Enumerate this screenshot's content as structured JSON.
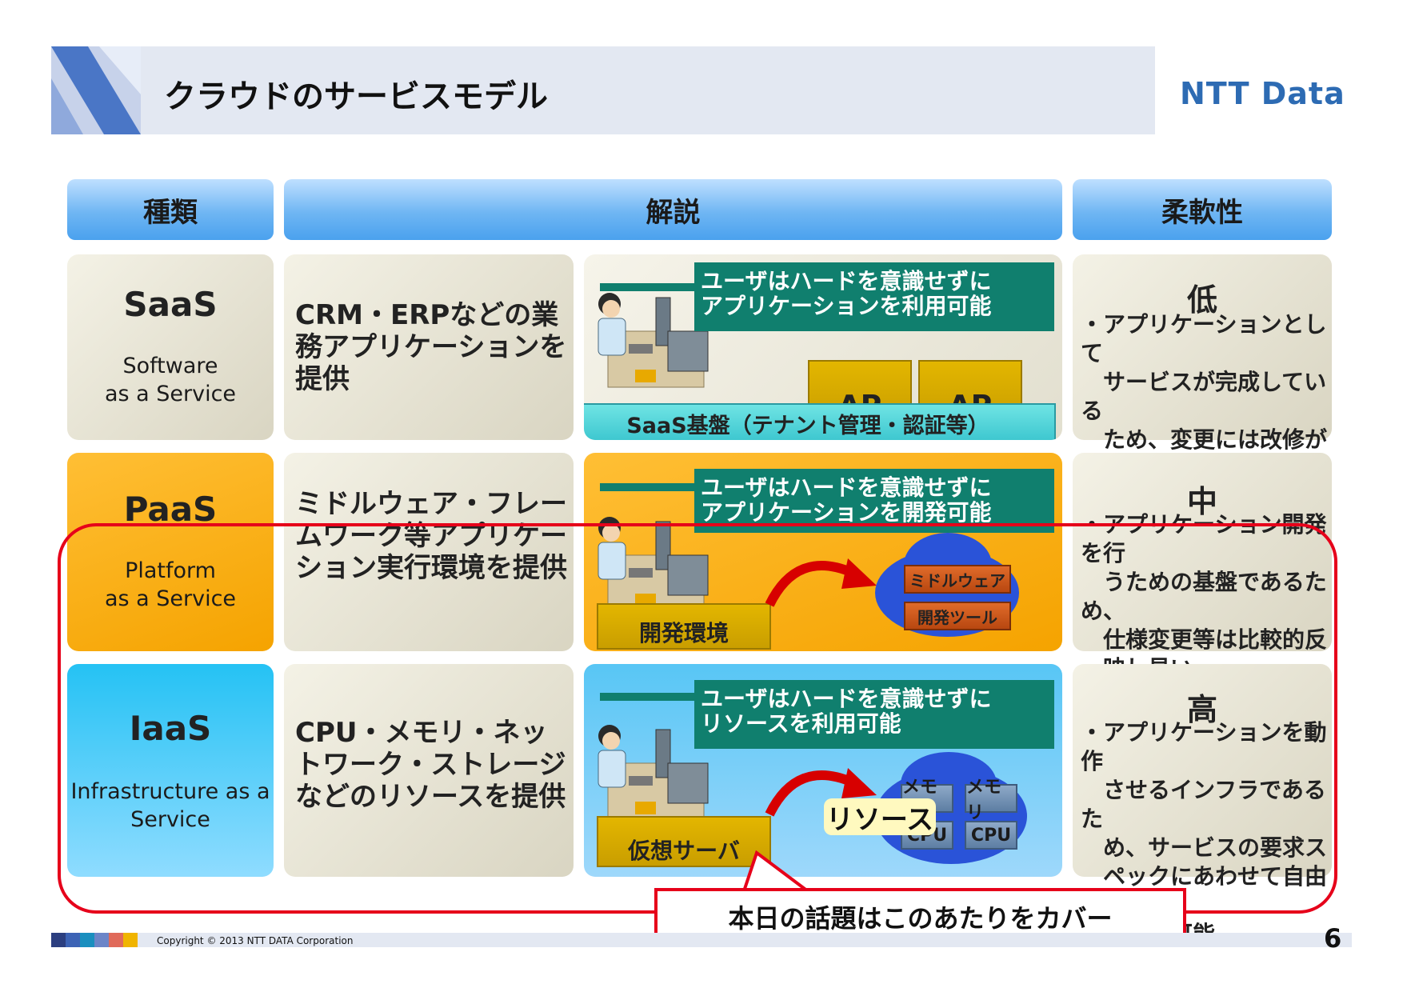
{
  "header": {
    "title": "クラウドのサービスモデル",
    "brand": "NTT Data"
  },
  "columns": {
    "type": "種類",
    "description": "解説",
    "flexibility": "柔軟性"
  },
  "rows": [
    {
      "name": "SaaS",
      "sub": "Software\nas a Service",
      "description": "CRM・ERPなどの業務アプリケーションを提供",
      "note": "ユーザはハードを意識せずに\nアプリケーションを利用可能",
      "flex_level": "低",
      "flex_text": "・アプリケーションとして\n　サービスが完成している\n　ため、変更には改修が\n　伴う",
      "diagram": {
        "ap1": "AP",
        "ap2": "AP",
        "platform": "SaaS基盤（テナント管理・認証等）"
      }
    },
    {
      "name": "PaaS",
      "sub": "Platform\nas a Service",
      "description": "ミドルウェア・フレームワーク等アプリケーション実行環境を提供",
      "note": "ユーザはハードを意識せずに\nアプリケーションを開発可能",
      "flex_level": "中",
      "flex_text": "・アプリケーション開発を行\n　うための基盤であるため、\n　仕様変更等は比較的反\n　映し易い",
      "diagram": {
        "env": "開発環境",
        "middleware": "ミドルウェア",
        "devtool": "開発ツール"
      }
    },
    {
      "name": "IaaS",
      "sub": "Infrastructure as a\nService",
      "description": "CPU・メモリ・ネットワーク・ストレージなどのリソースを提供",
      "note": "ユーザはハードを意識せずに\nリソースを利用可能",
      "flex_level": "高",
      "flex_text": "・アプリケーションを動作\n　させるインフラであるた\n　め、サービスの要求ス\n　ペックにあわせて自由に\n　変更が可能",
      "diagram": {
        "server": "仮想サーバ",
        "resource": "リソース",
        "memory1": "メモリ",
        "memory2": "メモリ",
        "cpu1": "CPU",
        "cpu2": "CPU"
      }
    }
  ],
  "callout": "本日の話題はこのあたりをカバー",
  "footer": {
    "copyright": "Copyright © 2013 NTT DATA Corporation",
    "page": "6"
  },
  "colors": {
    "highlight": "#e6001a",
    "teal": "#107f6e",
    "brand": "#2d6bb3"
  }
}
